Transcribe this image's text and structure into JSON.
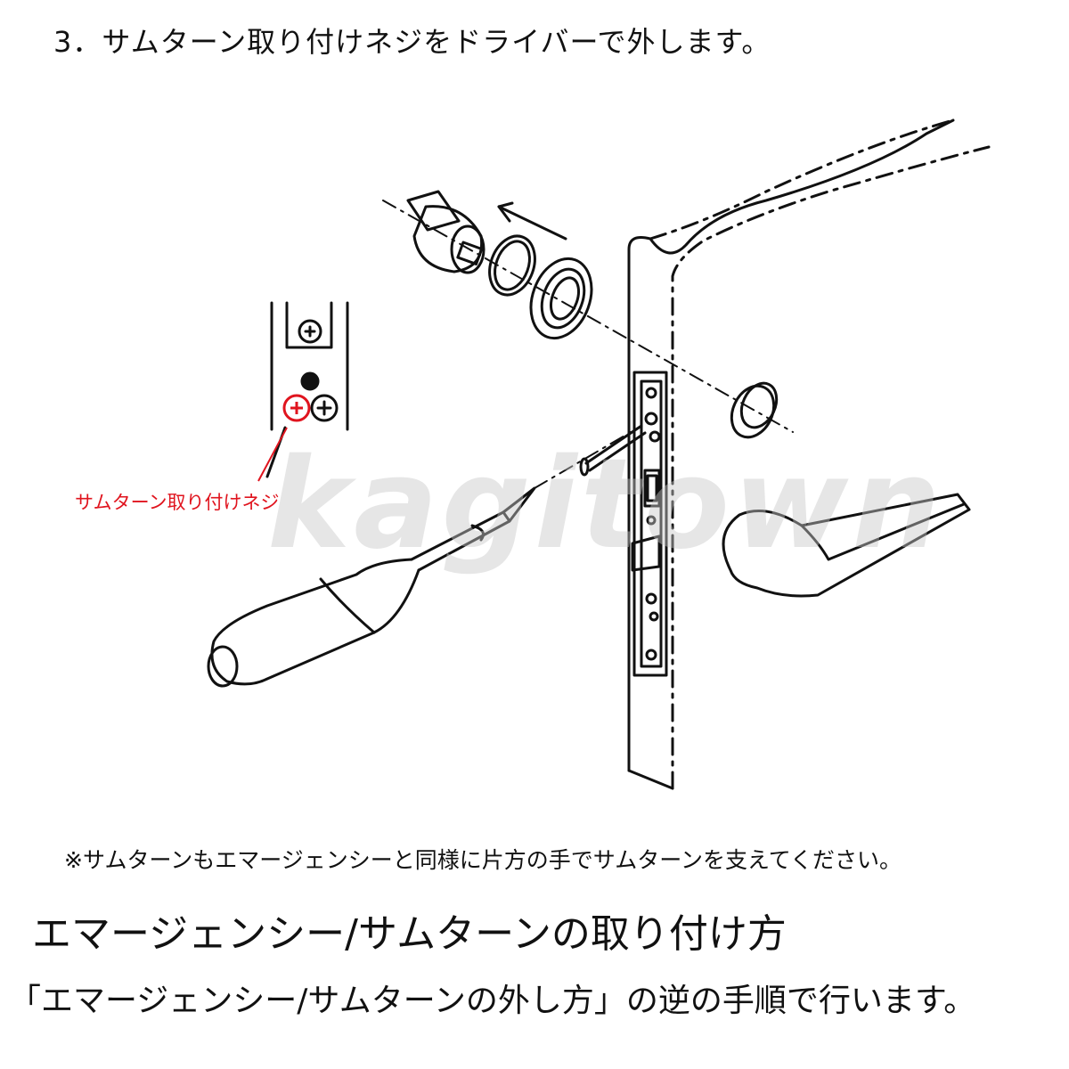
{
  "step_title": "3．サムターン取り付けネジをドライバーで外します。",
  "callout_label": "サムターン取り付けネジ",
  "watermark": "kagitown",
  "note": "※サムターンもエマージェンシーと同様に片方の手でサムターンを支えてください。",
  "section_title": "エマージェンシー/サムターンの取り付け方",
  "section_body": "「エマージェンシー/サムターンの外し方」の逆の手順で行います。",
  "colors": {
    "line": "#111111",
    "callout": "#e0141e",
    "watermark": "#c8c8c8"
  }
}
